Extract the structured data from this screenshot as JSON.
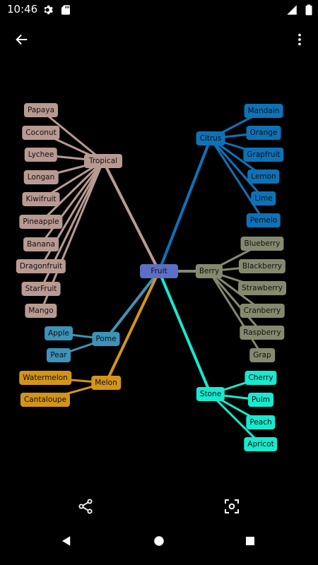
{
  "status_bar": {
    "time": "10:46",
    "icons": [
      "settings-icon",
      "sd-card-icon",
      "signal-icon",
      "battery-icon"
    ]
  },
  "app_bar": {
    "icons": [
      "back-arrow-icon",
      "more-vert-icon"
    ]
  },
  "mindmap": {
    "root": {
      "label": "Fruit",
      "color": "#5d6fc4"
    },
    "branches": [
      {
        "label": "Tropical",
        "color": "#b99a92",
        "children": [
          "Papaya",
          "Coconut",
          "Lychee",
          "Longan",
          "Kiwifruit",
          "Pineapple",
          "Banana",
          "Dragonfruit",
          "StarFruit",
          "Mango"
        ]
      },
      {
        "label": "Citrus",
        "color": "#0e72b8",
        "children": [
          "Mandain",
          "Orange",
          "Grapfruit",
          "Lemon",
          "Lime",
          "Pemelo"
        ]
      },
      {
        "label": "Berry",
        "color": "#858a6e",
        "children": [
          "Blueberry",
          "Blackberry",
          "Strawberry",
          "Cranberry",
          "Raspberry",
          "Grap"
        ]
      },
      {
        "label": "Pome",
        "color": "#3d93b8",
        "children": [
          "Apple",
          "Pear"
        ]
      },
      {
        "label": "Melon",
        "color": "#d4941a",
        "children": [
          "Watermelon",
          "Cantaloupe"
        ]
      },
      {
        "label": "Stone",
        "color": "#16ead0",
        "children": [
          "Cherry",
          "Pulm",
          "Peach",
          "Apricot"
        ]
      }
    ]
  },
  "bottom_actions": {
    "icons": [
      "share-icon",
      "center-focus-icon"
    ]
  },
  "nav_bar": {
    "icons": [
      "back-triangle-icon",
      "home-circle-icon",
      "recents-square-icon"
    ]
  }
}
